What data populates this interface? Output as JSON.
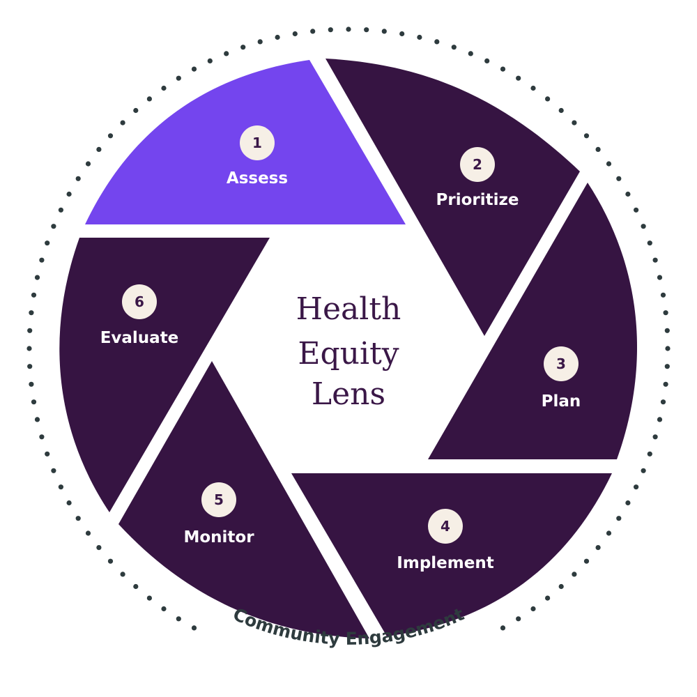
{
  "center": {
    "lines": [
      "Health",
      "Equity",
      "Lens"
    ]
  },
  "outer_label": "Community Engagement",
  "steps": [
    {
      "number": "1",
      "label": "Assess",
      "active": true
    },
    {
      "number": "2",
      "label": "Prioritize",
      "active": false
    },
    {
      "number": "3",
      "label": "Plan",
      "active": false
    },
    {
      "number": "4",
      "label": "Implement",
      "active": false
    },
    {
      "number": "5",
      "label": "Monitor",
      "active": false
    },
    {
      "number": "6",
      "label": "Evaluate",
      "active": false
    }
  ],
  "colors": {
    "segment": "#361442",
    "segment_active": "#7445ee",
    "badge_fill": "#f6efe6",
    "badge_text": "#3a1747",
    "center_text": "#3a1747",
    "ring_dots": "#2e3b3e",
    "ring_text": "#2e3b3e"
  }
}
